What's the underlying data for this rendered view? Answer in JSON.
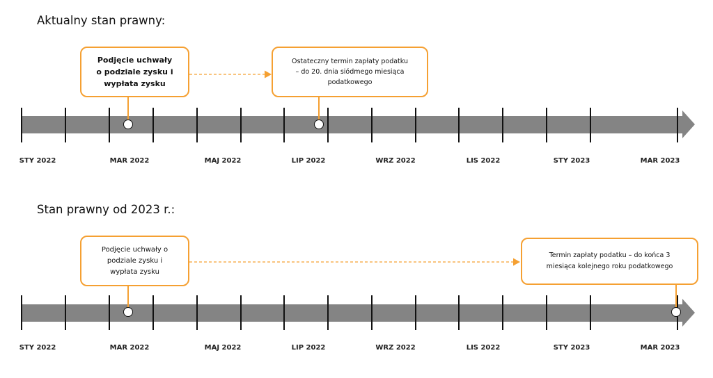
{
  "colors": {
    "accent": "#F5A032",
    "axis": "#848484",
    "tick": "#111111"
  },
  "months": [
    "STY 2022",
    "MAR 2022",
    "MAJ 2022",
    "LIP 2022",
    "WRZ 2022",
    "LIS 2022",
    "STY 2023",
    "MAR 2023"
  ],
  "timeline_top": {
    "heading": "Aktualny stan prawny:",
    "event_left": {
      "lines": [
        "Podjęcie uchwały",
        "o podziale zysku i",
        "wypłata zysku"
      ]
    },
    "event_right": {
      "lines": [
        "Ostateczny termin zapłaty podatku",
        "– do 20. dnia siódmego miesiąca",
        "podatkowego"
      ]
    }
  },
  "timeline_bottom": {
    "heading": "Stan prawny od 2023 r.:",
    "event_left": {
      "lines": [
        "Podjęcie uchwały o",
        "podziale zysku i",
        "wypłata zysku"
      ]
    },
    "event_right": {
      "lines": [
        "Termin zapłaty podatku – do końca 3",
        "miesiąca kolejnego roku podatkowego"
      ]
    }
  }
}
